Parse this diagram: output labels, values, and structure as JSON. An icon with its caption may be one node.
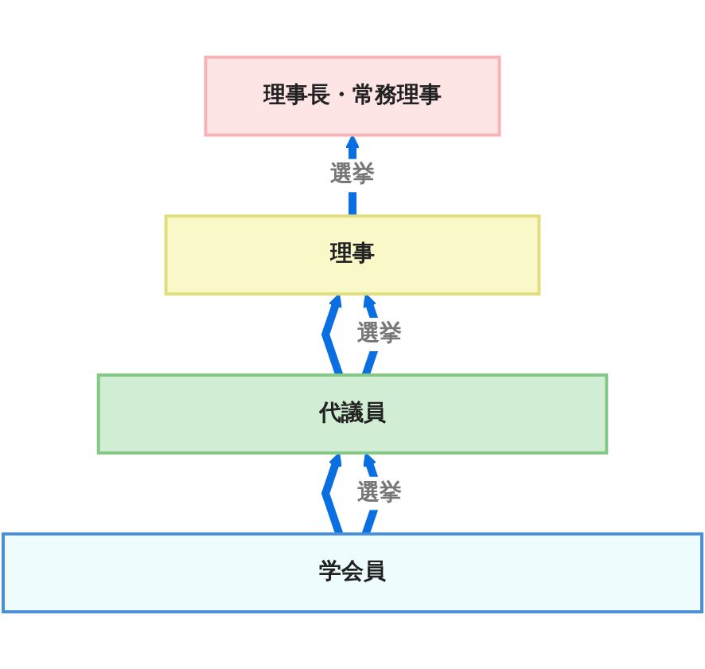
{
  "diagram": {
    "nodes": [
      {
        "text": [
          "理事長・常務理事"
        ]
      },
      {
        "text": [
          "理事"
        ]
      },
      {
        "text": [
          "代議員"
        ]
      },
      {
        "text": [
          "学会員"
        ]
      }
    ],
    "edges": [
      {
        "from": 1,
        "to": 0,
        "arrow": "to",
        "label": "選挙"
      },
      {
        "from": 2,
        "to": 1,
        "arrow": "to"
      },
      {
        "from": 2,
        "to": 1,
        "arrow": "to",
        "label": "選挙"
      },
      {
        "from": 3,
        "to": 2,
        "arrow": "to"
      },
      {
        "from": 3,
        "to": 2,
        "arrow": "to",
        "label": "選挙"
      }
    ]
  }
}
